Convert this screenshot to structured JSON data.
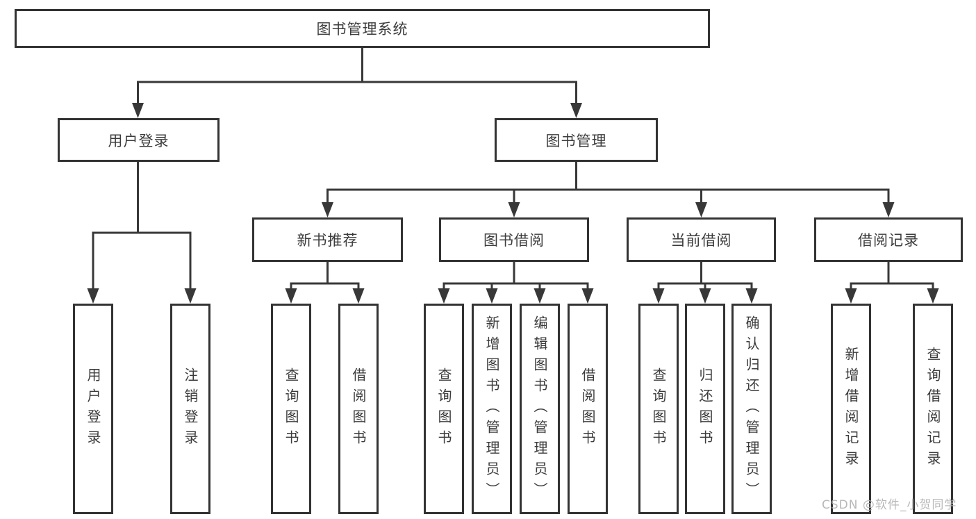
{
  "diagram": {
    "root": {
      "label": "图书管理系统"
    },
    "level2": [
      {
        "label": "用户登录"
      },
      {
        "label": "图书管理"
      }
    ],
    "level3": [
      {
        "label": "新书推荐"
      },
      {
        "label": "图书借阅"
      },
      {
        "label": "当前借阅"
      },
      {
        "label": "借阅记录"
      }
    ],
    "leaf_groups": [
      {
        "parent": "用户登录",
        "items": [
          {
            "label": "用户登录"
          },
          {
            "label": "注销登录"
          }
        ]
      },
      {
        "parent": "新书推荐",
        "items": [
          {
            "label": "查询图书"
          },
          {
            "label": "借阅图书"
          }
        ]
      },
      {
        "parent": "图书借阅",
        "items": [
          {
            "label": "查询图书"
          },
          {
            "label": "新增图书（管理员）"
          },
          {
            "label": "编辑图书（管理员）"
          },
          {
            "label": "借阅图书"
          }
        ]
      },
      {
        "parent": "当前借阅",
        "items": [
          {
            "label": "查询图书"
          },
          {
            "label": "归还图书"
          },
          {
            "label": "确认归还（管理员）"
          }
        ]
      },
      {
        "parent": "借阅记录",
        "items": [
          {
            "label": "新增借阅记录"
          },
          {
            "label": "查询借阅记录"
          }
        ]
      }
    ],
    "colors": {
      "line": "#383838",
      "box_border": "#333333",
      "text": "#3c3c3c",
      "watermark": "#b3b3b3",
      "background": "#ffffff"
    }
  },
  "watermark": {
    "text": "CSDN @软件_小贺同学"
  }
}
